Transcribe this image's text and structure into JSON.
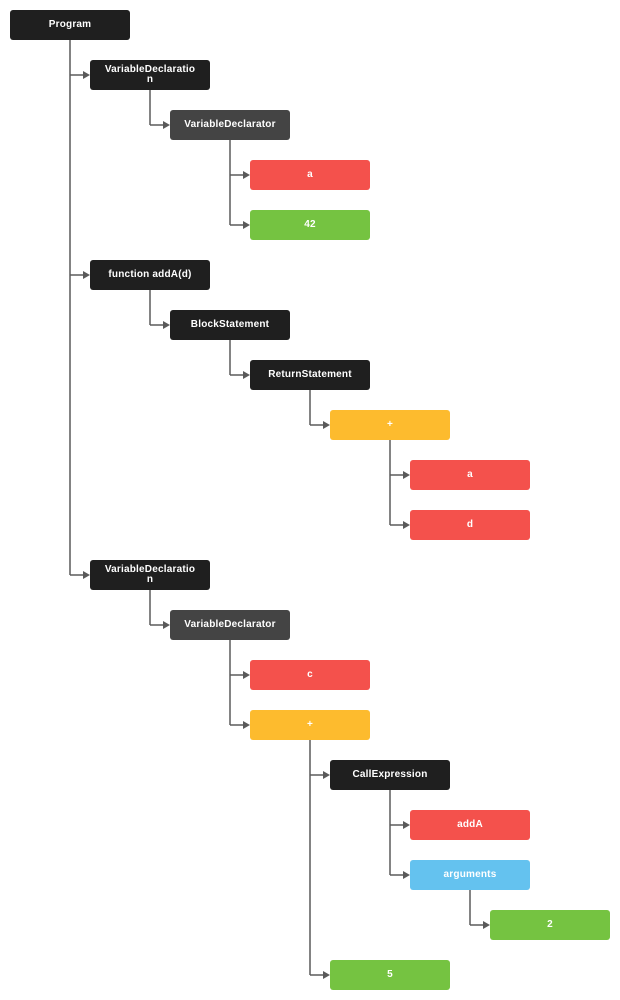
{
  "colors": {
    "black": "#1f1f1f",
    "dark": "#444444",
    "red": "#f4514c",
    "green": "#75c341",
    "yellow": "#fdbb2e",
    "blue": "#64c2ef",
    "edge": "#5a5a5a"
  },
  "nodes": [
    {
      "label": "Program",
      "depth": 0,
      "color": "black"
    },
    {
      "label": "VariableDeclaration",
      "depth": 1,
      "color": "black"
    },
    {
      "label": "VariableDeclarator",
      "depth": 2,
      "color": "dark"
    },
    {
      "label": "a",
      "depth": 3,
      "color": "red"
    },
    {
      "label": "42",
      "depth": 3,
      "color": "green"
    },
    {
      "label": "function addA(d)",
      "depth": 1,
      "color": "black"
    },
    {
      "label": "BlockStatement",
      "depth": 2,
      "color": "black"
    },
    {
      "label": "ReturnStatement",
      "depth": 3,
      "color": "black"
    },
    {
      "label": "+",
      "depth": 4,
      "color": "yellow"
    },
    {
      "label": "a",
      "depth": 5,
      "color": "red"
    },
    {
      "label": "d",
      "depth": 5,
      "color": "red"
    },
    {
      "label": "VariableDeclaration",
      "depth": 1,
      "color": "black"
    },
    {
      "label": "VariableDeclarator",
      "depth": 2,
      "color": "dark"
    },
    {
      "label": "c",
      "depth": 3,
      "color": "red"
    },
    {
      "label": "+",
      "depth": 3,
      "color": "yellow"
    },
    {
      "label": "CallExpression",
      "depth": 4,
      "color": "black"
    },
    {
      "label": "addA",
      "depth": 5,
      "color": "red"
    },
    {
      "label": "arguments",
      "depth": 5,
      "color": "blue"
    },
    {
      "label": "2",
      "depth": 6,
      "color": "green"
    },
    {
      "label": "5",
      "depth": 4,
      "color": "green"
    }
  ]
}
